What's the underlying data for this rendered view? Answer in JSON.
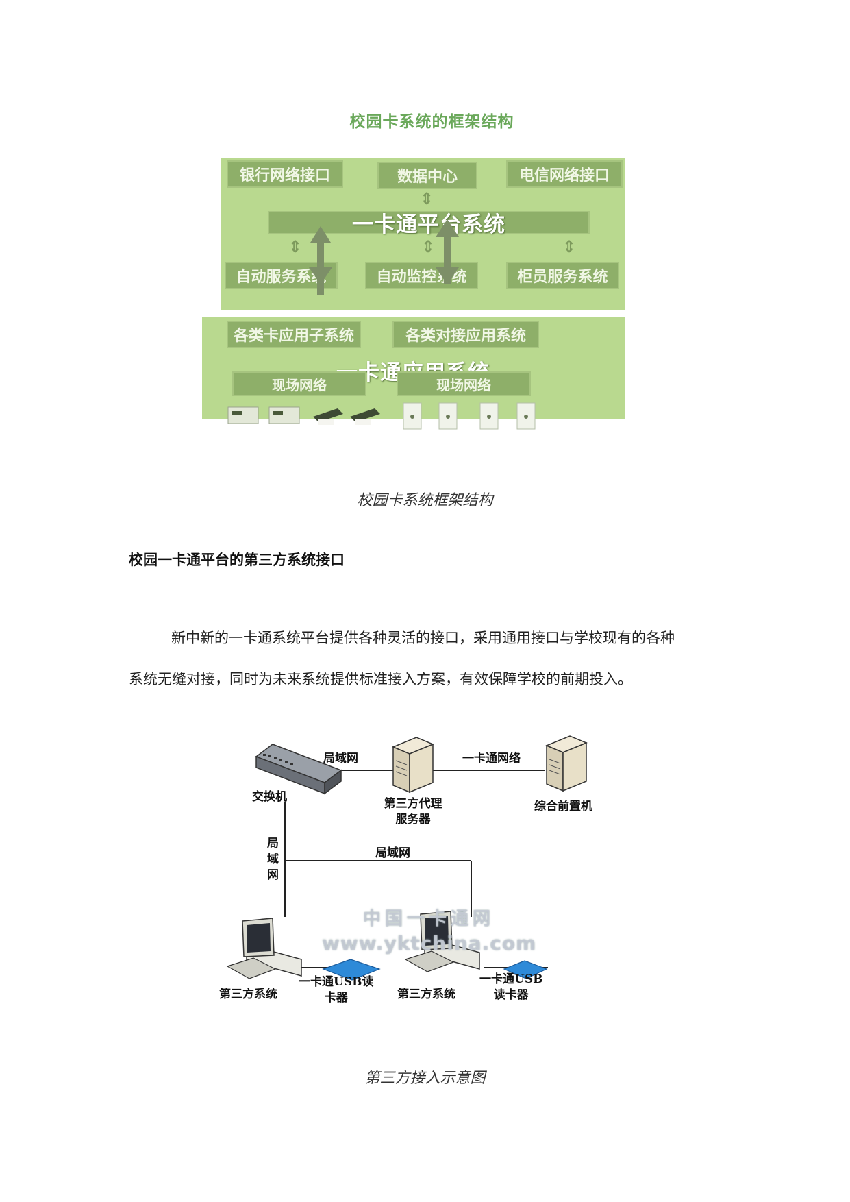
{
  "figure1": {
    "title": "校园卡系统的框架结构",
    "top_boxes": [
      "银行网络接口",
      "数据中心",
      "电信网络接口"
    ],
    "platform_label": "一卡通平台系统",
    "service_boxes": [
      "自动服务系统",
      "自动监控系统",
      "柜员服务系统"
    ],
    "app_boxes": [
      "各类卡应用子系统",
      "各类对接应用系统"
    ],
    "application_label": "一卡通应用系统",
    "network_boxes": [
      "现场网络",
      "现场网络"
    ],
    "colors": {
      "panel": "#b9d98f",
      "box": "#8eaf69",
      "title": "#6aa85a"
    }
  },
  "caption1": "校园卡系统框架结构",
  "heading": "校园一卡通平台的第三方系统接口",
  "paragraph": {
    "line1": "新中新的一卡通系统平台提供各种灵活的接口，采用通用接口与学校现有的各种",
    "line2": "系统无缝对接，同时为未来系统提供标准接入方案，有效保障学校的前期投入。"
  },
  "figure2": {
    "switch_label": "交换机",
    "lan_label_top": "局域网",
    "card_network_label": "一卡通网络",
    "proxy_server_label_1": "第三方代理",
    "proxy_server_label_2": "服务器",
    "front_machine_label": "综合前置机",
    "lan_vertical_1": "局",
    "lan_vertical_2": "域",
    "lan_vertical_3": "网",
    "lan_label_mid": "局域网",
    "third_party_left": "第三方系统",
    "usb_reader_left_1": "一卡通USB读",
    "usb_reader_left_2": "卡器",
    "third_party_right": "第三方系统",
    "usb_reader_right_1": "一卡通USB",
    "usb_reader_right_2": "读卡器",
    "watermark_cn": "中国一卡通网",
    "watermark_url": "www.yktchina.com"
  },
  "caption2": "第三方接入示意图"
}
